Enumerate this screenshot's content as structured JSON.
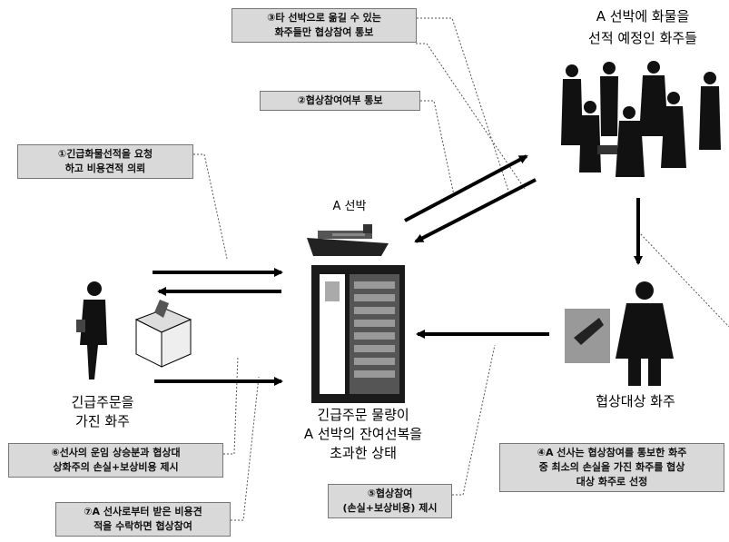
{
  "boxes": {
    "step1": [
      "①긴급화물선적을 요청",
      "하고 비용견적 의뢰"
    ],
    "step2": "②협상참여여부 통보",
    "step3": [
      "③타 선박으로 옮길 수 있는",
      "화주들만 협상참여 통보"
    ],
    "step4": [
      "④A 선사는 협상참여를 통보한 화주",
      "중 최소의 손실을 가진 화주를 협상",
      "대상 화주로 선정"
    ],
    "step5": [
      "⑤협상참여",
      "(손실+보상비용) 제시"
    ],
    "step6": [
      "⑥선사의 운임 상승분과 협상대",
      "상화주의 손실+보상비용 제시"
    ],
    "step7": [
      "⑦A 선사로부터 받은 비용견",
      "적을 수락하면 협상참여"
    ]
  },
  "labels": {
    "top_right": [
      "A 선박에 화물을",
      "선적 예정인 화주들"
    ],
    "ship": "A 선박",
    "urgent_shipper": [
      "긴급주문을",
      "가진 화주"
    ],
    "center_status": [
      "긴급주문 물량이",
      "A 선박의 잔여선복을",
      "초과한 상태"
    ],
    "negotiation_target": "협상대상 화주"
  }
}
